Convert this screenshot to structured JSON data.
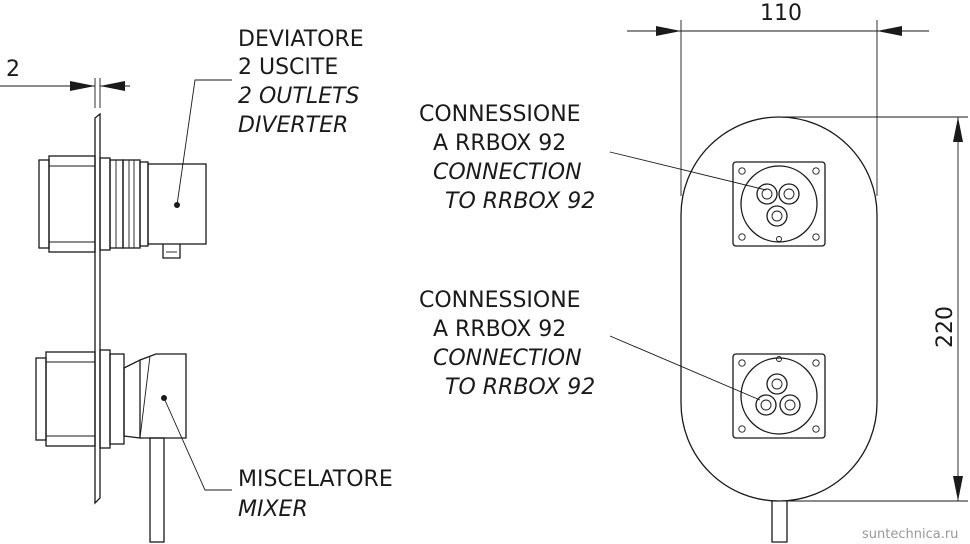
{
  "dimensions": {
    "thickness": "2",
    "width": "110",
    "height": "220"
  },
  "labels": {
    "diverter": [
      "DEVIATORE",
      "2 USCITE",
      "2 OUTLETS",
      "DIVERTER"
    ],
    "connection_top": [
      "CONNESSIONE",
      "A RRBOX 92",
      "CONNECTION",
      "TO RRBOX 92"
    ],
    "connection_bottom": [
      "CONNESSIONE",
      "A RRBOX 92",
      "CONNECTION",
      "TO RRBOX 92"
    ],
    "mixer": [
      "MISCELATORE",
      "MIXER"
    ]
  },
  "watermark": "suntechnica.ru",
  "colors": {
    "line": "#1a1a1a",
    "background": "#ffffff",
    "watermark": "#999999"
  }
}
